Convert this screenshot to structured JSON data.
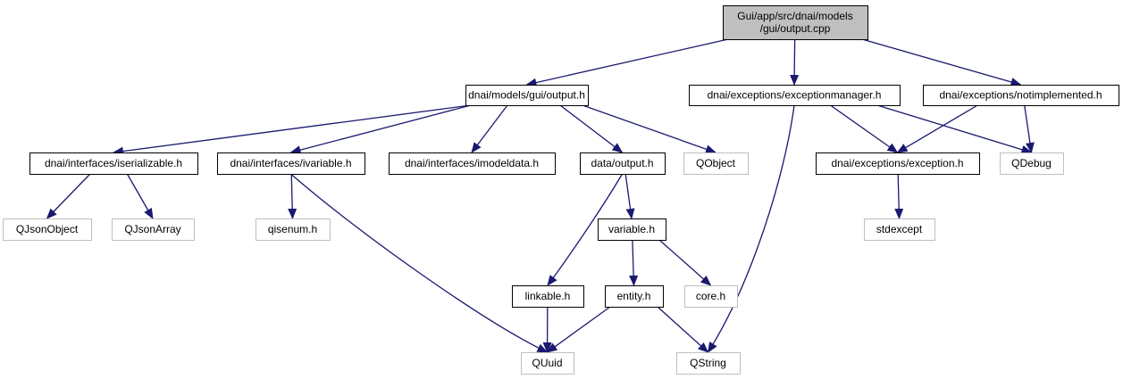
{
  "nodes": [
    {
      "id": "root",
      "lines": [
        "Gui/app/src/dnai/models",
        "/gui/output.cpp"
      ],
      "kind": "root"
    },
    {
      "id": "output_h",
      "lines": [
        "dnai/models/gui/output.h"
      ],
      "kind": "internal"
    },
    {
      "id": "exceptionmanager_h",
      "lines": [
        "dnai/exceptions/exceptionmanager.h"
      ],
      "kind": "internal"
    },
    {
      "id": "notimplemented_h",
      "lines": [
        "dnai/exceptions/notimplemented.h"
      ],
      "kind": "internal"
    },
    {
      "id": "iserializable_h",
      "lines": [
        "dnai/interfaces/iserializable.h"
      ],
      "kind": "internal"
    },
    {
      "id": "ivariable_h",
      "lines": [
        "dnai/interfaces/ivariable.h"
      ],
      "kind": "internal"
    },
    {
      "id": "imodeldata_h",
      "lines": [
        "dnai/interfaces/imodeldata.h"
      ],
      "kind": "internal"
    },
    {
      "id": "data_output_h",
      "lines": [
        "data/output.h"
      ],
      "kind": "internal"
    },
    {
      "id": "qobject",
      "lines": [
        "QObject"
      ],
      "kind": "external"
    },
    {
      "id": "exception_h",
      "lines": [
        "dnai/exceptions/exception.h"
      ],
      "kind": "internal"
    },
    {
      "id": "qdebug",
      "lines": [
        "QDebug"
      ],
      "kind": "external"
    },
    {
      "id": "qjsonobject",
      "lines": [
        "QJsonObject"
      ],
      "kind": "external"
    },
    {
      "id": "qjsonarray",
      "lines": [
        "QJsonArray"
      ],
      "kind": "external"
    },
    {
      "id": "qisenum_h",
      "lines": [
        "qisenum.h"
      ],
      "kind": "external"
    },
    {
      "id": "variable_h",
      "lines": [
        "variable.h"
      ],
      "kind": "internal"
    },
    {
      "id": "stdexcept",
      "lines": [
        "stdexcept"
      ],
      "kind": "external"
    },
    {
      "id": "linkable_h",
      "lines": [
        "linkable.h"
      ],
      "kind": "internal"
    },
    {
      "id": "entity_h",
      "lines": [
        "entity.h"
      ],
      "kind": "internal"
    },
    {
      "id": "core_h",
      "lines": [
        "core.h"
      ],
      "kind": "external"
    },
    {
      "id": "quuid",
      "lines": [
        "QUuid"
      ],
      "kind": "external"
    },
    {
      "id": "qstring",
      "lines": [
        "QString"
      ],
      "kind": "external"
    }
  ],
  "edges": [
    {
      "from": "root",
      "to": "output_h"
    },
    {
      "from": "root",
      "to": "exceptionmanager_h"
    },
    {
      "from": "root",
      "to": "notimplemented_h"
    },
    {
      "from": "output_h",
      "to": "iserializable_h"
    },
    {
      "from": "output_h",
      "to": "ivariable_h"
    },
    {
      "from": "output_h",
      "to": "imodeldata_h"
    },
    {
      "from": "output_h",
      "to": "data_output_h"
    },
    {
      "from": "output_h",
      "to": "qobject"
    },
    {
      "from": "exceptionmanager_h",
      "to": "exception_h"
    },
    {
      "from": "exceptionmanager_h",
      "to": "qdebug"
    },
    {
      "from": "exceptionmanager_h",
      "to": "qstring"
    },
    {
      "from": "notimplemented_h",
      "to": "exception_h"
    },
    {
      "from": "notimplemented_h",
      "to": "qdebug"
    },
    {
      "from": "iserializable_h",
      "to": "qjsonobject"
    },
    {
      "from": "iserializable_h",
      "to": "qjsonarray"
    },
    {
      "from": "ivariable_h",
      "to": "qisenum_h"
    },
    {
      "from": "ivariable_h",
      "to": "quuid"
    },
    {
      "from": "data_output_h",
      "to": "variable_h"
    },
    {
      "from": "data_output_h",
      "to": "linkable_h"
    },
    {
      "from": "exception_h",
      "to": "stdexcept"
    },
    {
      "from": "variable_h",
      "to": "entity_h"
    },
    {
      "from": "variable_h",
      "to": "core_h"
    },
    {
      "from": "linkable_h",
      "to": "quuid"
    },
    {
      "from": "entity_h",
      "to": "quuid"
    },
    {
      "from": "entity_h",
      "to": "qstring"
    }
  ],
  "colors": {
    "root_fill": "#bfbfbf",
    "internal_border": "#000000",
    "external_border": "#bfbfbf",
    "edge": "#191970",
    "background": "#ffffff"
  }
}
